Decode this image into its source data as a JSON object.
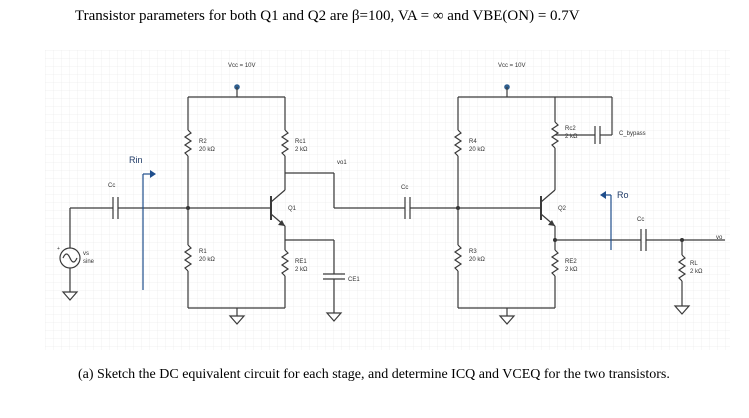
{
  "header": {
    "title": "Transistor parameters for both Q1 and Q2 are β=100, VA = ∞ and VBE(ON) = 0.7V"
  },
  "circuit": {
    "vcc1": "Vcc = 10V",
    "vcc2": "Vcc = 10V",
    "r2_name": "R2",
    "r2_value": "20 kΩ",
    "rc1_name": "Rc1",
    "rc1_value": "2 kΩ",
    "r1_name": "R1",
    "r1_value": "20 kΩ",
    "re1_name": "RE1",
    "re1_value": "2 kΩ",
    "ce1": "CE1",
    "q1": "Q1",
    "vo1": "vo1",
    "rin": "Rin",
    "cc_in": "Cc",
    "cc_mid": "Cc",
    "cc_out": "Cc",
    "vs_name": "vs",
    "vs_type": "sine",
    "r4_name": "R4",
    "r4_value": "20 kΩ",
    "r3_name": "R3",
    "r3_value": "20 kΩ",
    "rc2_name": "Rc2",
    "rc2_value": "2 kΩ",
    "c_bypass": "C_bypass",
    "q2": "Q2",
    "re2_name": "RE2",
    "re2_value": "2 kΩ",
    "ro": "Ro",
    "rl_name": "RL",
    "rl_value": "2 kΩ",
    "vo": "vo"
  },
  "question": {
    "text": "(a)  Sketch the DC equivalent circuit for each stage, and determine ICQ and VCEQ for the two transistors."
  }
}
